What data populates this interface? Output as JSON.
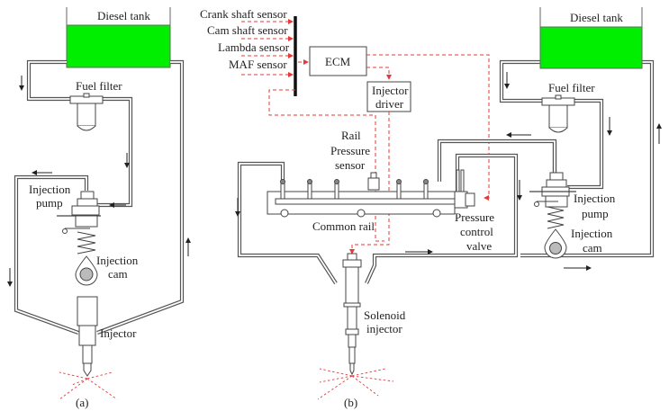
{
  "figure": {
    "panel_a": {
      "caption": "(a)",
      "labels": {
        "tank": "Diesel tank",
        "filter": "Fuel filter",
        "pump_line1": "Injection",
        "pump_line2": "pump",
        "cam_line1": "Injection",
        "cam_line2": "cam",
        "injector": "Injector"
      }
    },
    "panel_b": {
      "caption": "(b)",
      "sensors": [
        "Crank shaft sensor",
        "Cam shaft sensor",
        "Lambda sensor",
        "MAF sensor"
      ],
      "ecm": "ECM",
      "injector_driver_line1": "Injector",
      "injector_driver_line2": "driver",
      "rail_sensor_line1": "Rail",
      "rail_sensor_line2": "Pressure",
      "rail_sensor_line3": "sensor",
      "common_rail": "Common rail",
      "pcv_line1": "Pressure",
      "pcv_line2": "control",
      "pcv_line3": "valve",
      "solenoid_line1": "Solenoid",
      "solenoid_line2": "injector",
      "tank": "Diesel tank",
      "filter": "Fuel filter",
      "pump_line1": "Injection",
      "pump_line2": "pump",
      "cam_line1": "Injection",
      "cam_line2": "cam"
    },
    "colors": {
      "fuel": "#00ee00",
      "signal": "#e8383a",
      "pipe": "#555555"
    }
  }
}
